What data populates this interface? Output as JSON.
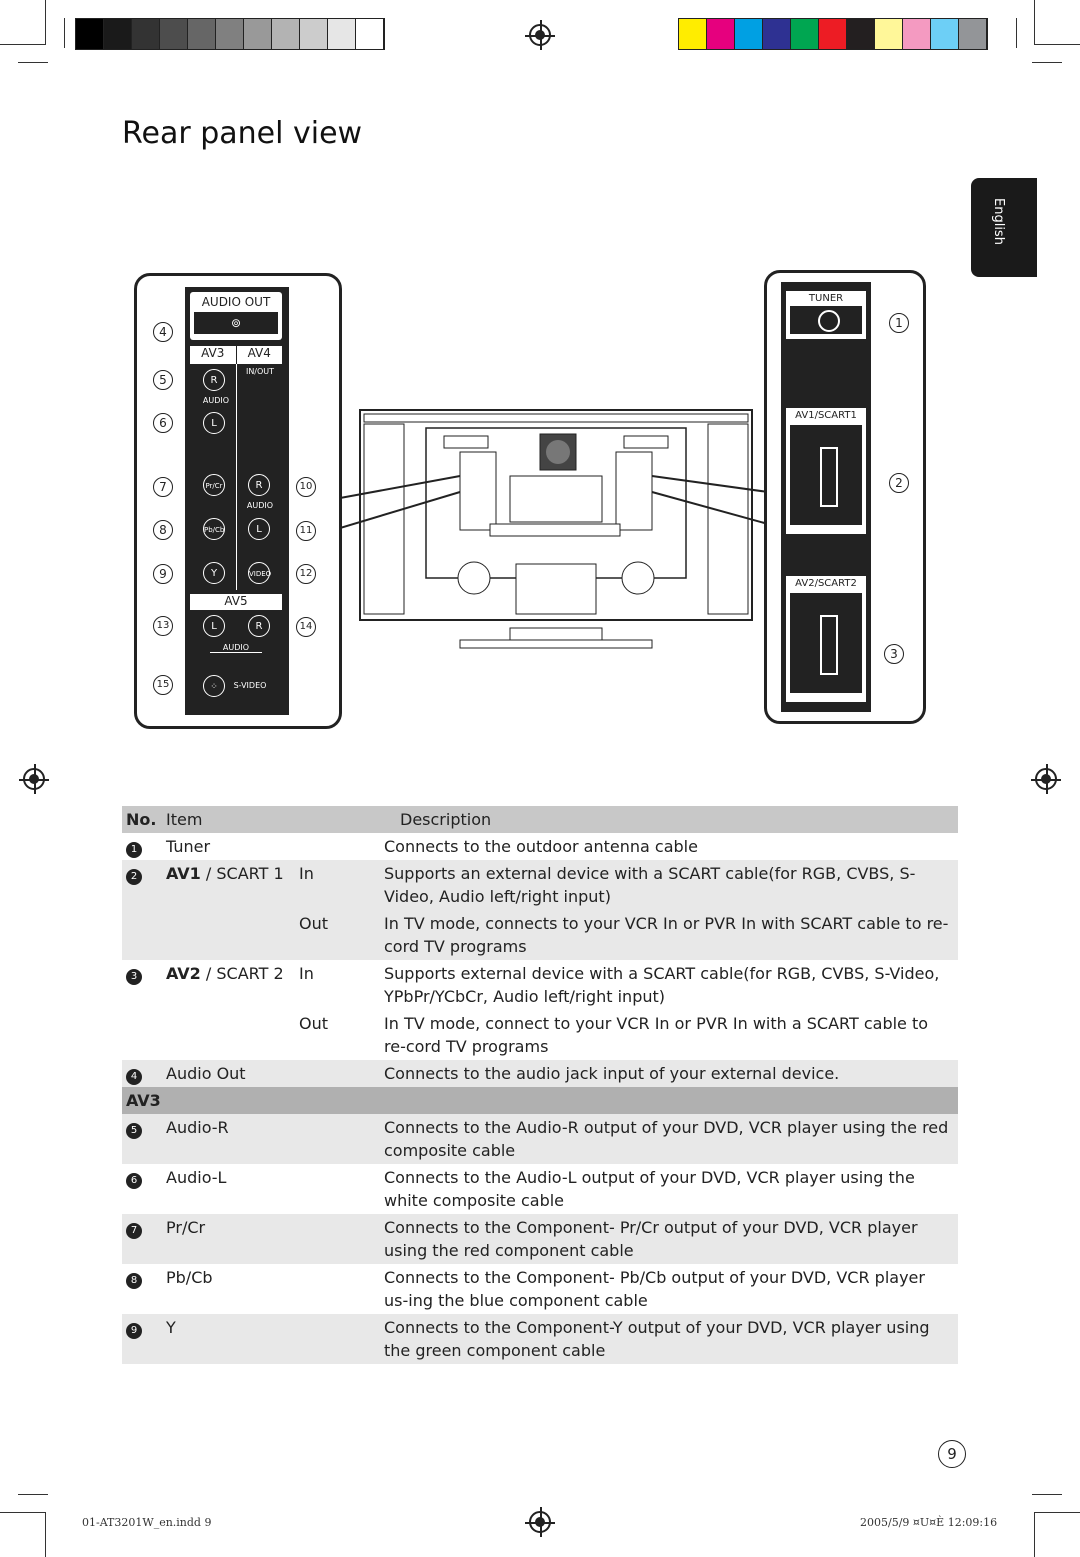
{
  "title": "Rear panel view",
  "language_tab": "English",
  "left_panel": {
    "audio_out_label": "AUDIO OUT",
    "av3_label": "AV3",
    "av4_label": "AV4",
    "inout_label": "IN/OUT",
    "audio_label": "AUDIO",
    "r_label": "R",
    "l_label": "L",
    "prcr_label": "Pr/Cr",
    "pbcb_label": "Pb/Cb",
    "y_label": "Y",
    "video_label": "VIDEO",
    "av5_label": "AV5",
    "audio_bracket_label": "AUDIO",
    "svideo_label": "S-VIDEO",
    "callouts": [
      "4",
      "5",
      "6",
      "7",
      "8",
      "9",
      "13",
      "15",
      "10",
      "11",
      "12",
      "14"
    ]
  },
  "right_panel": {
    "tuner_label": "TUNER",
    "av1_label": "AV1/SCART1",
    "av2_label": "AV2/SCART2",
    "callouts": [
      "1",
      "2",
      "3"
    ]
  },
  "table": {
    "headers": {
      "no": "No.",
      "item": "Item",
      "description": "Description"
    },
    "rows": [
      {
        "no": "1",
        "item": "Tuner",
        "sub": "",
        "desc": "Connects to the outdoor antenna cable",
        "shade": false
      },
      {
        "no": "2",
        "item_bold": "AV1",
        "item": " / SCART 1",
        "sub": "In",
        "desc": "Supports an external device with a SCART cable(for RGB, CVBS, S-Video, Audio left/right input)",
        "shade": true
      },
      {
        "no": "",
        "item": "",
        "sub": "Out",
        "desc": "In TV mode, connects to your VCR In or PVR In with SCART cable to re-cord TV programs",
        "shade": true
      },
      {
        "no": "3",
        "item_bold": "AV2",
        "item": " / SCART 2",
        "sub": "In",
        "desc": "Supports external device with a SCART cable(for RGB, CVBS, S-Video, YPbPr/YCbCr, Audio left/right input)",
        "shade": false
      },
      {
        "no": "",
        "item": "",
        "sub": "Out",
        "desc": "In TV mode, connect to your VCR In or PVR In with a SCART cable to re-cord TV programs",
        "shade": false
      },
      {
        "no": "4",
        "item": "Audio Out",
        "sub": "",
        "desc": "Connects to the audio jack input of your external device.",
        "shade": true
      }
    ],
    "section": "AV3",
    "rows2": [
      {
        "no": "5",
        "item": "Audio-R",
        "desc": "Connects to the Audio-R output of your DVD, VCR player using the red composite cable",
        "shade": true
      },
      {
        "no": "6",
        "item": "Audio-L",
        "desc": "Connects to the Audio-L output of your DVD, VCR player using the white composite cable",
        "shade": false
      },
      {
        "no": "7",
        "item": "Pr/Cr",
        "desc": "Connects to the Component- Pr/Cr output of your DVD, VCR player using the red component cable",
        "shade": true
      },
      {
        "no": "8",
        "item": "Pb/Cb",
        "desc": "Connects to the Component- Pb/Cb output of your DVD, VCR player us-ing the blue component cable",
        "shade": false
      },
      {
        "no": "9",
        "item": "Y",
        "desc": "Connects to the Component-Y output of your DVD, VCR player using the green component cable",
        "shade": true
      }
    ]
  },
  "page_number": "9",
  "footer_left": "01-AT3201W_en.indd   9",
  "footer_right": "2005/5/9   ¤U¤È 12:09:16",
  "colors": {
    "grayscale": [
      "#000000",
      "#1a1a1a",
      "#333333",
      "#4d4d4d",
      "#666666",
      "#808080",
      "#999999",
      "#b3b3b3",
      "#cccccc",
      "#e6e6e6",
      "#ffffff"
    ],
    "process": [
      "#ffed00",
      "#e6007e",
      "#00a0e3",
      "#2e3192",
      "#00a651",
      "#ed1c24",
      "#231f20",
      "#fff799",
      "#f49ac1",
      "#6dcff6",
      "#939598"
    ]
  }
}
